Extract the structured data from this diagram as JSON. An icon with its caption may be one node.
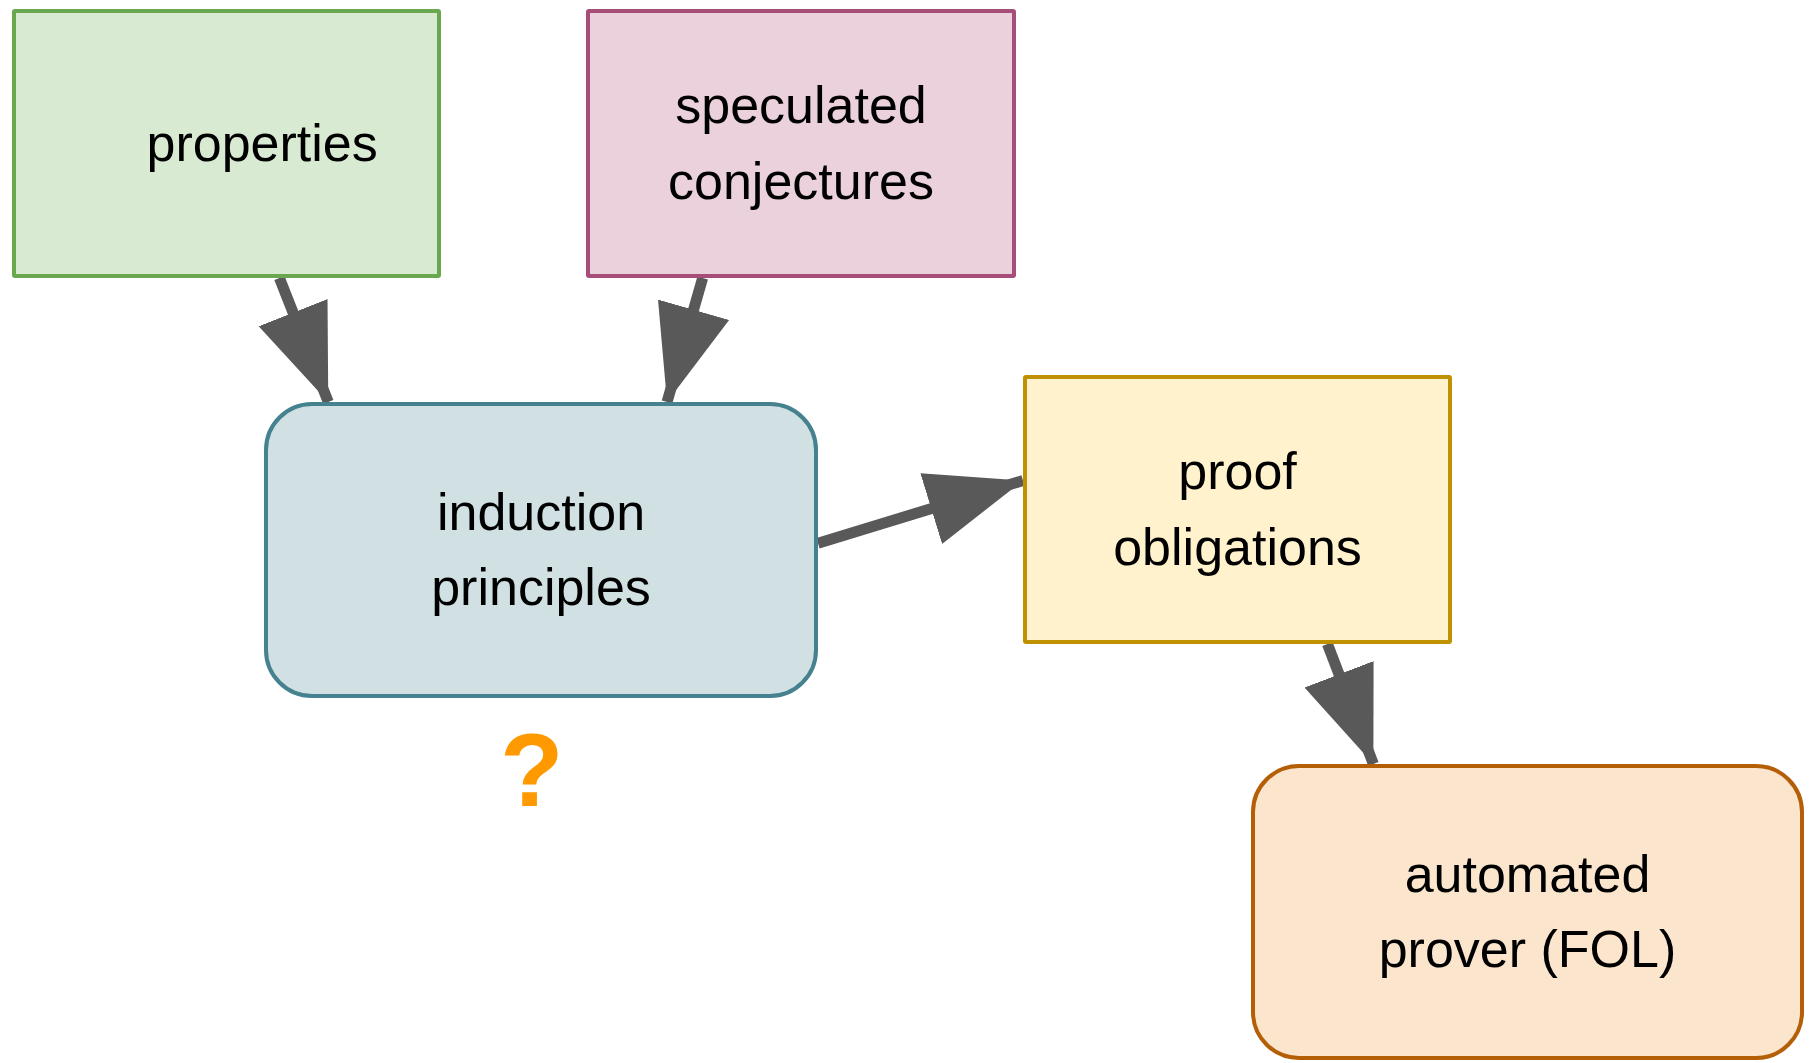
{
  "diagram": {
    "nodes": [
      {
        "text": [
          "properties"
        ]
      },
      {
        "text": [
          "speculated conjectures"
        ]
      },
      {
        "text": [
          "induction principles"
        ]
      },
      {
        "text": [
          "proof obligations"
        ]
      },
      {
        "text": [
          "automated prover (FOL)"
        ]
      }
    ],
    "edges": [
      {
        "from": 0,
        "to": 2,
        "arrow": "to"
      },
      {
        "from": 1,
        "to": 2,
        "arrow": "to"
      },
      {
        "from": 2,
        "to": 3,
        "arrow": "to"
      },
      {
        "from": 3,
        "to": 4,
        "arrow": "to"
      }
    ],
    "labels": [
      "?"
    ]
  }
}
